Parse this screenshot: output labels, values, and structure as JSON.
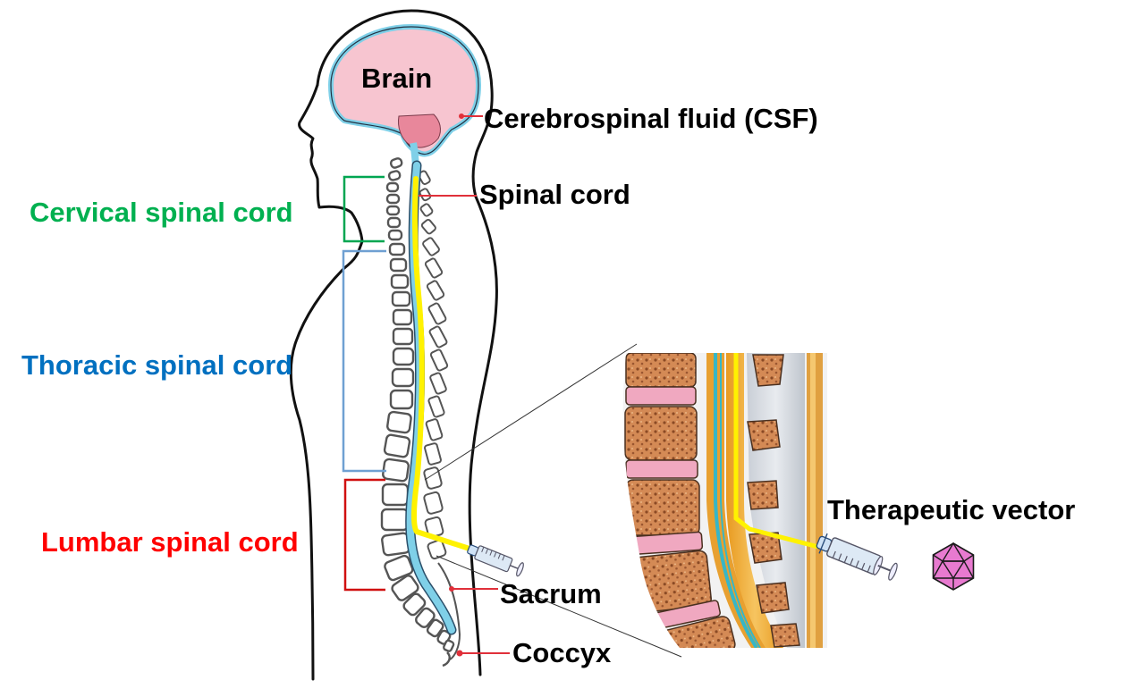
{
  "figure": {
    "title": "Intrathecal delivery of therapeutic vector into cerebrospinal fluid",
    "labels": {
      "brain": "Brain",
      "csf": "Cerebrospinal fluid (CSF)",
      "spinal_cord": "Spinal cord",
      "cervical": "Cervical spinal cord",
      "thoracic": "Thoracic spinal cord",
      "lumbar": "Lumbar spinal cord",
      "sacrum": "Sacrum",
      "coccyx": "Coccyx",
      "therapeutic_vector": "Therapeutic vector"
    },
    "colors": {
      "cervical": "#00b050",
      "thoracic": "#0070c0",
      "lumbar": "#ff0000",
      "brain": "#f7c5d0",
      "cerebellum": "#e8879b",
      "csf": "#7fd0e8",
      "spinal_cord": "#fff200",
      "leader_line": "#e0303a",
      "vertebra_bone": "#c8794a",
      "disc": "#f0a8c0",
      "vector_capsid": "#e87ad0"
    },
    "icons": {
      "syringe": "syringe-icon",
      "capsid": "icosahedral-capsid-icon"
    }
  }
}
